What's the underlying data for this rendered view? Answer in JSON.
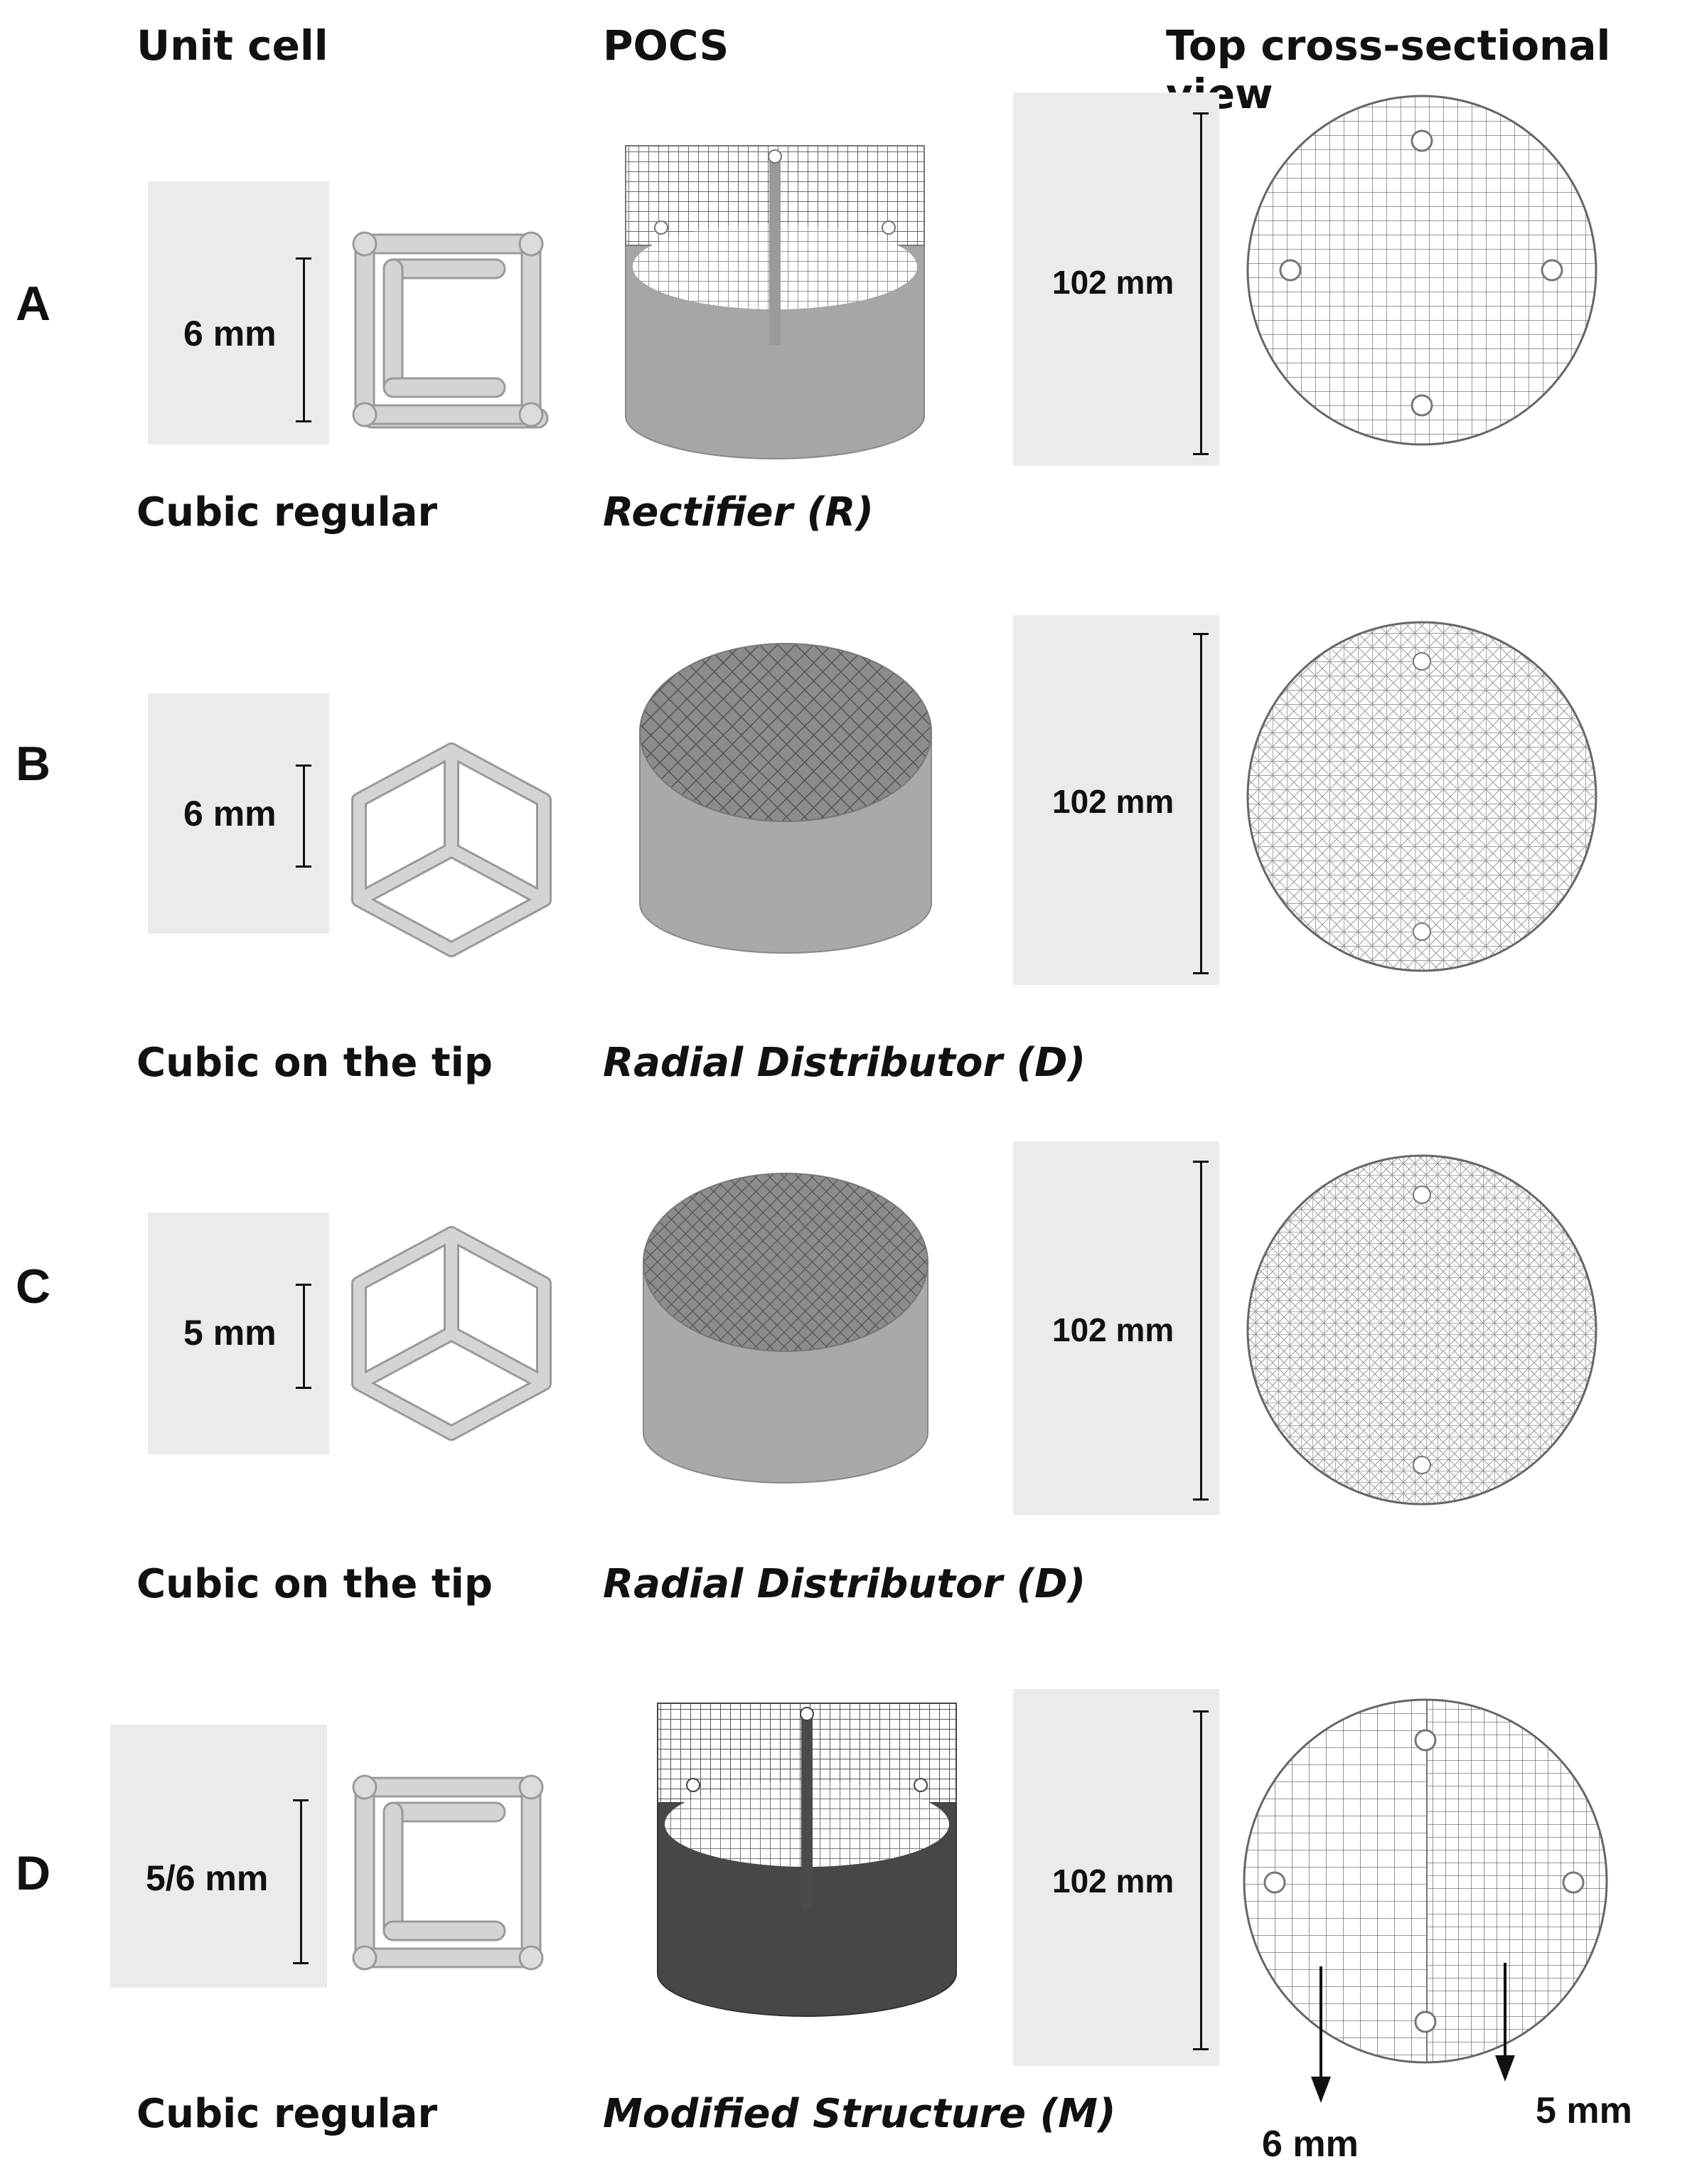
{
  "headers": {
    "unit_cell": "Unit cell",
    "pocs": "POCS",
    "top_view": "Top cross-sectional view"
  },
  "rows": [
    {
      "letter": "A",
      "unit_dim": "6 mm",
      "section_dim": "102 mm",
      "cell_caption": "Cubic regular",
      "pocs_caption": "Rectifier (R)"
    },
    {
      "letter": "B",
      "unit_dim": "6 mm",
      "section_dim": "102 mm",
      "cell_caption": "Cubic on the tip",
      "pocs_caption": "Radial Distributor (D)"
    },
    {
      "letter": "C",
      "unit_dim": "5 mm",
      "section_dim": "102 mm",
      "cell_caption": "Cubic on the tip",
      "pocs_caption": "Radial Distributor (D)"
    },
    {
      "letter": "D",
      "unit_dim": "5/6 mm",
      "section_dim": "102 mm",
      "cell_caption": "Cubic regular",
      "pocs_caption": "Modified Structure (M)"
    }
  ],
  "modified_arrows": {
    "left": "6 mm",
    "right": "5 mm"
  },
  "colors": {
    "panel_gray": "#ebebeb",
    "strut_gray": "#cfcfcf",
    "wall_light": "#a9a9a9",
    "wall_dark": "#4a4a4a",
    "grid_line": "#777777"
  }
}
